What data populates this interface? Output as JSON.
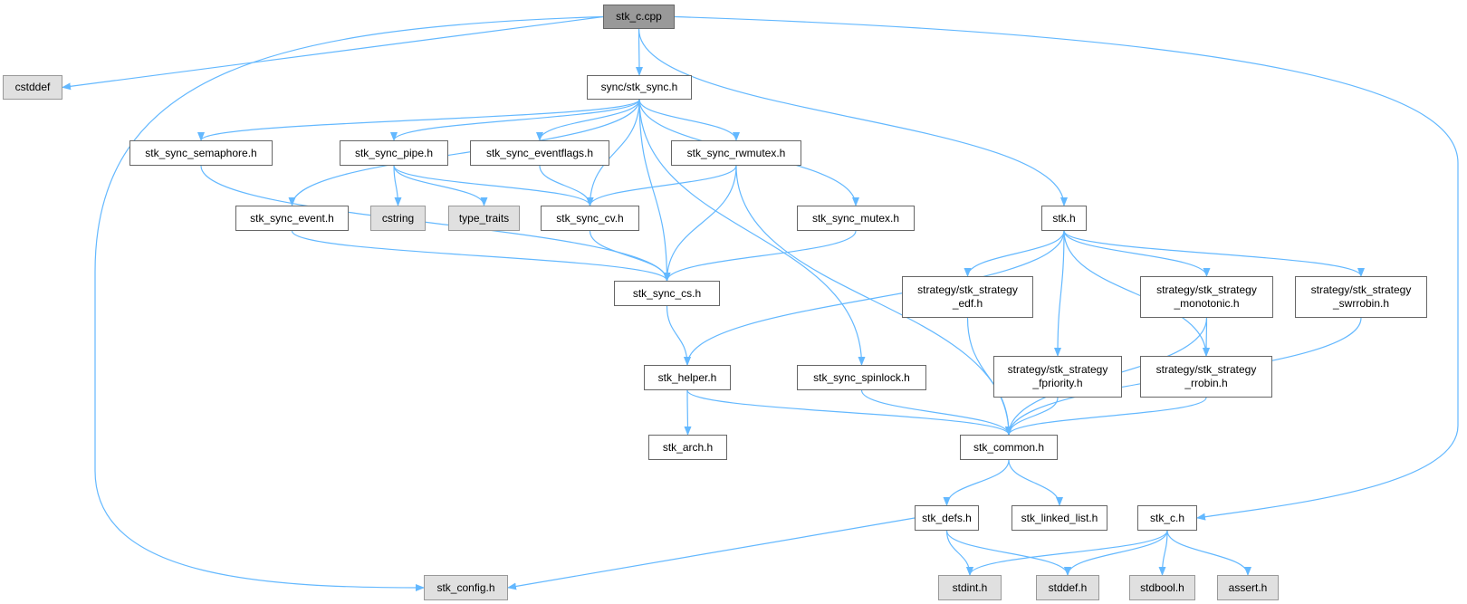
{
  "graph": {
    "title": "stk_c.cpp",
    "edge_color": "#63b8ff",
    "nodes": [
      {
        "id": "stk_c_cpp",
        "label": "stk_c.cpp",
        "kind": "root"
      },
      {
        "id": "cstddef",
        "label": "cstddef",
        "kind": "sys"
      },
      {
        "id": "sync",
        "label": "sync/stk_sync.h",
        "kind": "file"
      },
      {
        "id": "semaphore",
        "label": "stk_sync_semaphore.h",
        "kind": "file"
      },
      {
        "id": "pipe",
        "label": "stk_sync_pipe.h",
        "kind": "file"
      },
      {
        "id": "eventflags",
        "label": "stk_sync_eventflags.h",
        "kind": "file"
      },
      {
        "id": "rwmutex",
        "label": "stk_sync_rwmutex.h",
        "kind": "file"
      },
      {
        "id": "event",
        "label": "stk_sync_event.h",
        "kind": "file"
      },
      {
        "id": "cstring",
        "label": "cstring",
        "kind": "sys"
      },
      {
        "id": "type_traits",
        "label": "type_traits",
        "kind": "sys"
      },
      {
        "id": "cv",
        "label": "stk_sync_cv.h",
        "kind": "file"
      },
      {
        "id": "mutex",
        "label": "stk_sync_mutex.h",
        "kind": "file"
      },
      {
        "id": "stk_h",
        "label": "stk.h",
        "kind": "file"
      },
      {
        "id": "cs",
        "label": "stk_sync_cs.h",
        "kind": "file"
      },
      {
        "id": "edf",
        "label": "strategy/stk_strategy\n_edf.h",
        "kind": "file"
      },
      {
        "id": "monotonic",
        "label": "strategy/stk_strategy\n_monotonic.h",
        "kind": "file"
      },
      {
        "id": "swrrobin",
        "label": "strategy/stk_strategy\n_swrrobin.h",
        "kind": "file"
      },
      {
        "id": "helper",
        "label": "stk_helper.h",
        "kind": "file"
      },
      {
        "id": "spinlock",
        "label": "stk_sync_spinlock.h",
        "kind": "file"
      },
      {
        "id": "fpriority",
        "label": "strategy/stk_strategy\n_fpriority.h",
        "kind": "file"
      },
      {
        "id": "rrobin",
        "label": "strategy/stk_strategy\n_rrobin.h",
        "kind": "file"
      },
      {
        "id": "arch",
        "label": "stk_arch.h",
        "kind": "file"
      },
      {
        "id": "common",
        "label": "stk_common.h",
        "kind": "file"
      },
      {
        "id": "defs",
        "label": "stk_defs.h",
        "kind": "file"
      },
      {
        "id": "linked_list",
        "label": "stk_linked_list.h",
        "kind": "file"
      },
      {
        "id": "stk_c_h",
        "label": "stk_c.h",
        "kind": "file"
      },
      {
        "id": "config",
        "label": "stk_config.h",
        "kind": "sys"
      },
      {
        "id": "stdint",
        "label": "stdint.h",
        "kind": "sys"
      },
      {
        "id": "stddef",
        "label": "stddef.h",
        "kind": "sys"
      },
      {
        "id": "stdbool",
        "label": "stdbool.h",
        "kind": "sys"
      },
      {
        "id": "assert",
        "label": "assert.h",
        "kind": "sys"
      }
    ],
    "edges": [
      [
        "stk_c_cpp",
        "cstddef"
      ],
      [
        "stk_c_cpp",
        "sync"
      ],
      [
        "stk_c_cpp",
        "stk_h"
      ],
      [
        "stk_c_cpp",
        "stk_c_h"
      ],
      [
        "stk_c_cpp",
        "config"
      ],
      [
        "sync",
        "semaphore"
      ],
      [
        "sync",
        "pipe"
      ],
      [
        "sync",
        "eventflags"
      ],
      [
        "sync",
        "rwmutex"
      ],
      [
        "sync",
        "event"
      ],
      [
        "sync",
        "cv"
      ],
      [
        "sync",
        "cs"
      ],
      [
        "sync",
        "mutex"
      ],
      [
        "sync",
        "spinlock"
      ],
      [
        "semaphore",
        "cs"
      ],
      [
        "pipe",
        "cstring"
      ],
      [
        "pipe",
        "type_traits"
      ],
      [
        "pipe",
        "cv"
      ],
      [
        "eventflags",
        "cv"
      ],
      [
        "rwmutex",
        "cv"
      ],
      [
        "rwmutex",
        "cs"
      ],
      [
        "rwmutex",
        "common"
      ],
      [
        "event",
        "cs"
      ],
      [
        "cv",
        "cs"
      ],
      [
        "mutex",
        "cs"
      ],
      [
        "cs",
        "helper"
      ],
      [
        "stk_h",
        "helper"
      ],
      [
        "stk_h",
        "edf"
      ],
      [
        "stk_h",
        "fpriority"
      ],
      [
        "stk_h",
        "rrobin"
      ],
      [
        "stk_h",
        "monotonic"
      ],
      [
        "stk_h",
        "swrrobin"
      ],
      [
        "edf",
        "common"
      ],
      [
        "monotonic",
        "rrobin"
      ],
      [
        "monotonic",
        "common"
      ],
      [
        "swrrobin",
        "common"
      ],
      [
        "fpriority",
        "common"
      ],
      [
        "rrobin",
        "common"
      ],
      [
        "helper",
        "arch"
      ],
      [
        "helper",
        "common"
      ],
      [
        "spinlock",
        "common"
      ],
      [
        "common",
        "defs"
      ],
      [
        "common",
        "linked_list"
      ],
      [
        "defs",
        "config"
      ],
      [
        "defs",
        "stdint"
      ],
      [
        "defs",
        "stddef"
      ],
      [
        "stk_c_h",
        "stdint"
      ],
      [
        "stk_c_h",
        "stddef"
      ],
      [
        "stk_c_h",
        "stdbool"
      ],
      [
        "stk_c_h",
        "assert"
      ]
    ]
  }
}
